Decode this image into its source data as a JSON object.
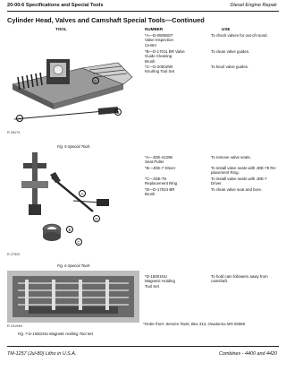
{
  "header": {
    "left": "20-00-6  Specifications and Special Tools",
    "right": "Diesel Engine Repair"
  },
  "title": "Cylinder Head, Valves and Camshaft Special Tools—Continued",
  "columns": {
    "tool": "TOOL",
    "number": "NUMBER",
    "use": "USE"
  },
  "fig5": {
    "entries": [
      {
        "number": "*A—D-05058ST\nValve Inspection\nCenter",
        "use": "To check valves for out-of-round."
      },
      {
        "number": "*B—D-17011 BR Valve\nGuide Cleaning\nBrush",
        "use": "To clean valve guides."
      },
      {
        "number": "*C—D-20002WI\nKnurling Tool Set",
        "use": "To knurl valve guides."
      }
    ],
    "code": "R 28179",
    "caption": "Fig. 5-Special Tools",
    "callouts": [
      "A",
      "B",
      "C"
    ]
  },
  "fig6": {
    "entries": [
      {
        "number": "*A—JDE-41296\nSeat Puller",
        "use": "To remove valve seats."
      },
      {
        "number": "*B—JDE-7 Driver",
        "use": "To install valve seats with JDE-79 Re-\nplacement Ring."
      },
      {
        "number": "*C—JDE-79\nReplacement Ring",
        "use": "To install valve seats with JDE-7\nDriver."
      },
      {
        "number": "*D—D-17024 BR\nBrush",
        "use": "To clean valve seat and bore."
      }
    ],
    "code": "R 27529",
    "caption": "Fig. 6-Special Tools",
    "callouts": [
      "A",
      "B",
      "C",
      "D"
    ]
  },
  "fig7": {
    "entries": [
      {
        "number": "*D-15001NU\nMagnetic Holding\nTool Set",
        "use": "To hold cam followers away from\ncamshaft."
      }
    ],
    "code": "R 15194N",
    "caption": "Fig. 7-D-15001NU Magnetic Holding Tool Set"
  },
  "footnote": "*Order from: Service Tools, Box 314, Owatonna MN 55060",
  "footer": {
    "left": "TM-1257 (Jul-80) Litho in U.S.A.",
    "right": "Combines - 4400 and 4420"
  }
}
